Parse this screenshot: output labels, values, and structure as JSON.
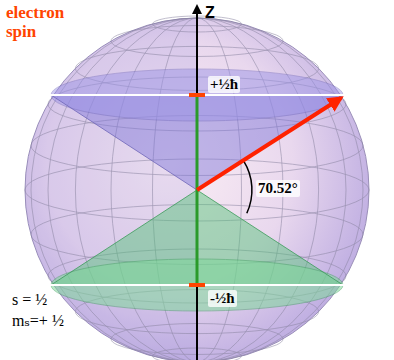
{
  "diagram": {
    "labels": [
      "electron spin",
      "Z",
      "+½ħ",
      "70.52°",
      "-½ħ",
      "s = ½",
      "mₛ=+ ½"
    ]
  }
}
